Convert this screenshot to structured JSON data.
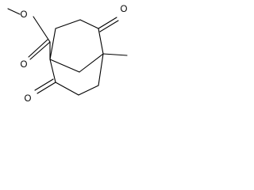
{
  "molecule": {
    "atoms": {
      "o_ester_single": "O",
      "o_ester_carbonyl": "O",
      "o_ketone_top": "O",
      "o_ketone_bottom": "O"
    },
    "colors": {
      "bond": "#000000",
      "label": "#000000",
      "background": "#ffffff"
    }
  }
}
